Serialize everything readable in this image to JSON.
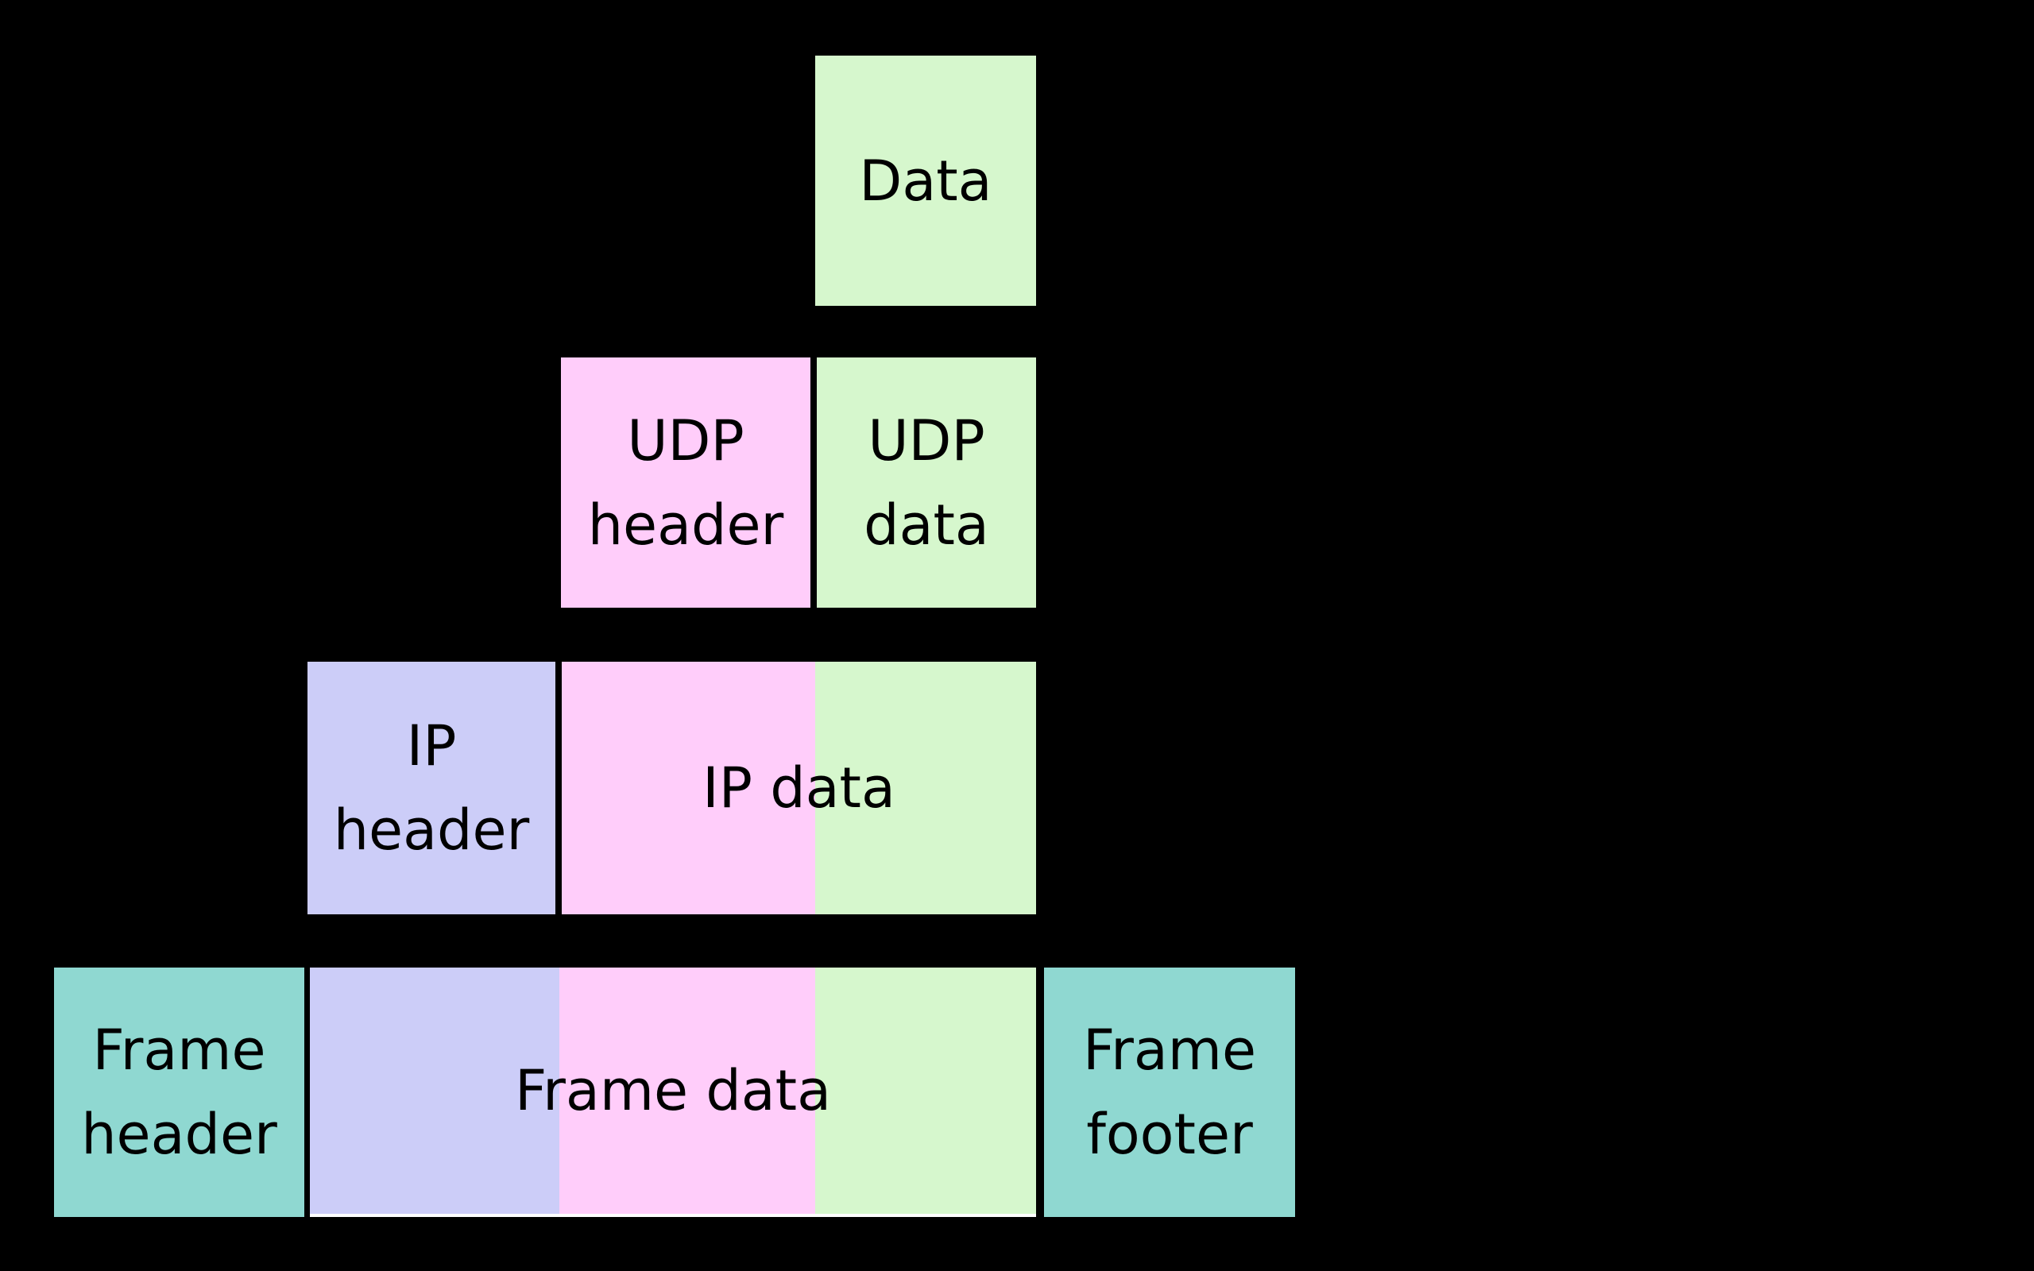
{
  "background": "#000000",
  "colors": {
    "data_green": "#d6f7cd",
    "header_pink": "#ffcdfa",
    "ip_lavender": "#cccdf8",
    "frame_teal": "#8fd8d1"
  },
  "layers": [
    {
      "name": "application-data-layer",
      "boxes": [
        {
          "name": "data",
          "lines": [
            "Data"
          ],
          "color": "data_green"
        }
      ]
    },
    {
      "name": "udp-datagram-layer",
      "boxes": [
        {
          "name": "udp-header",
          "lines": [
            "UDP",
            "header"
          ],
          "color": "header_pink"
        },
        {
          "name": "udp-data",
          "lines": [
            "UDP",
            "data"
          ],
          "color": "data_green"
        }
      ]
    },
    {
      "name": "ip-packet-layer",
      "boxes": [
        {
          "name": "ip-header",
          "lines": [
            "IP",
            "header"
          ],
          "color": "ip_lavender"
        },
        {
          "name": "ip-data",
          "lines": [
            "IP data"
          ],
          "segments": [
            "header_pink",
            "data_green"
          ]
        }
      ]
    },
    {
      "name": "frame-layer",
      "boxes": [
        {
          "name": "frame-header",
          "lines": [
            "Frame",
            "header"
          ],
          "color": "frame_teal"
        },
        {
          "name": "frame-data",
          "lines": [
            "Frame data"
          ],
          "segments": [
            "ip_lavender",
            "header_pink",
            "data_green"
          ]
        },
        {
          "name": "frame-footer",
          "lines": [
            "Frame",
            "footer"
          ],
          "color": "frame_teal"
        }
      ]
    }
  ]
}
